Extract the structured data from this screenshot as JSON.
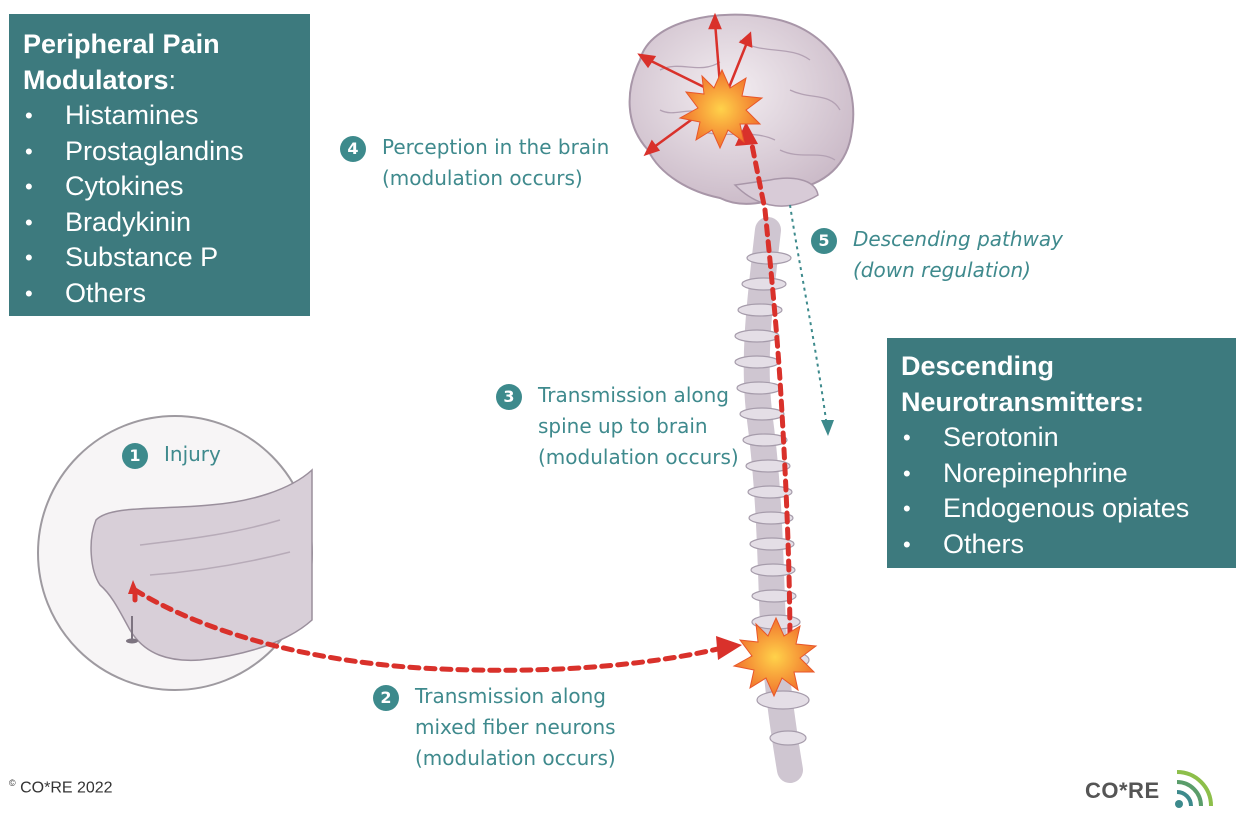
{
  "peripheral_box": {
    "title_line1": "Peripheral Pain",
    "title_line2": "Modulators",
    "title_colon": ":",
    "items": [
      "Histamines",
      "Prostaglandins",
      "Cytokines",
      "Bradykinin",
      "Substance P",
      "Others"
    ]
  },
  "descending_box": {
    "title_line1": "Descending",
    "title_line2": "Neurotransmitters:",
    "items": [
      "Serotonin",
      "Norepinephrine",
      "Endogenous opiates",
      "Others"
    ]
  },
  "steps": {
    "s1": {
      "num": "1",
      "line1": "Injury"
    },
    "s2": {
      "num": "2",
      "line1": "Transmission along",
      "line2": "mixed fiber neurons",
      "line3": "(modulation occurs)"
    },
    "s3": {
      "num": "3",
      "line1": "Transmission along",
      "line2": "spine up to brain",
      "line3": "(modulation occurs)"
    },
    "s4": {
      "num": "4",
      "line1": "Perception in the brain",
      "line2": "(modulation occurs)"
    },
    "s5": {
      "num": "5",
      "line1": "Descending pathway",
      "line2": "(down regulation)"
    }
  },
  "bullet_char": "•",
  "footer": {
    "copyright_symbol": "©",
    "copyright_text": " CO*RE 2022",
    "logo_text": "CO*RE"
  },
  "colors": {
    "box_bg": "#3d7a7e",
    "label_teal": "#3f8a8d",
    "pain_red": "#d9312b",
    "starburst": "#f49a3a"
  },
  "icons": [
    "brain-illustration",
    "spine-illustration",
    "foot-illustration",
    "starburst-icon",
    "logo-signal-icon"
  ]
}
